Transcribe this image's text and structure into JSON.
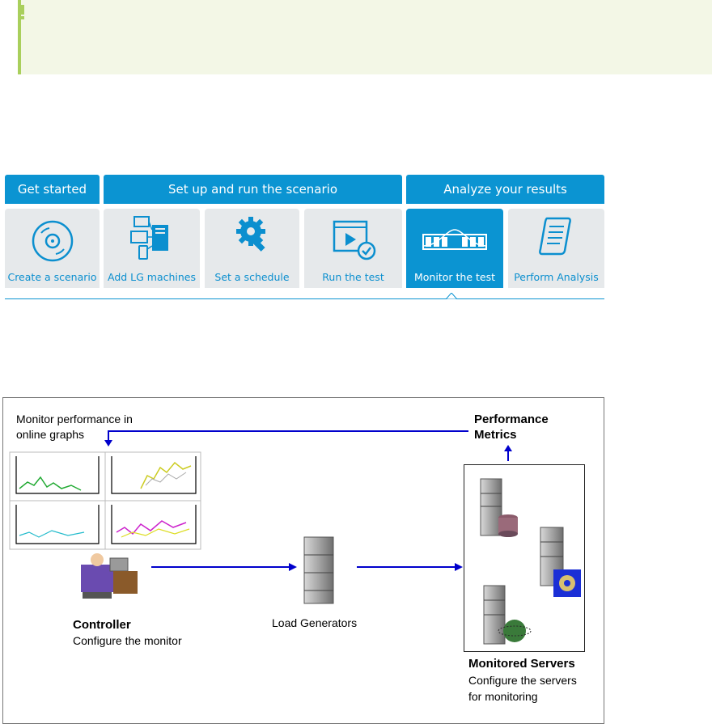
{
  "workflow": {
    "groups": [
      {
        "label": "Get started"
      },
      {
        "label": "Set up and run the scenario"
      },
      {
        "label": "Analyze your results"
      }
    ],
    "steps": [
      {
        "label": "Create a scenario",
        "icon": "disc-icon"
      },
      {
        "label": "Add LG machines",
        "icon": "machines-icon"
      },
      {
        "label": "Set a schedule",
        "icon": "wrench-gear-icon"
      },
      {
        "label": "Run the test",
        "icon": "play-window-icon"
      },
      {
        "label": "Monitor the test",
        "icon": "wave-graph-icon",
        "active": true
      },
      {
        "label": "Perform Analysis",
        "icon": "scroll-icon"
      }
    ],
    "accent_color": "#0b94d2"
  },
  "diagram": {
    "monitor_label_line1": "Monitor performance in",
    "monitor_label_line2": "online graphs",
    "metrics_line1": "Performance",
    "metrics_line2": "Metrics",
    "controller_title": "Controller",
    "controller_sub": "Configure the monitor",
    "load_generators": "Load Generators",
    "servers_title": "Monitored Servers",
    "servers_sub_line1": "Configure the servers",
    "servers_sub_line2": "for monitoring",
    "arrow_color": "#0000cc"
  }
}
